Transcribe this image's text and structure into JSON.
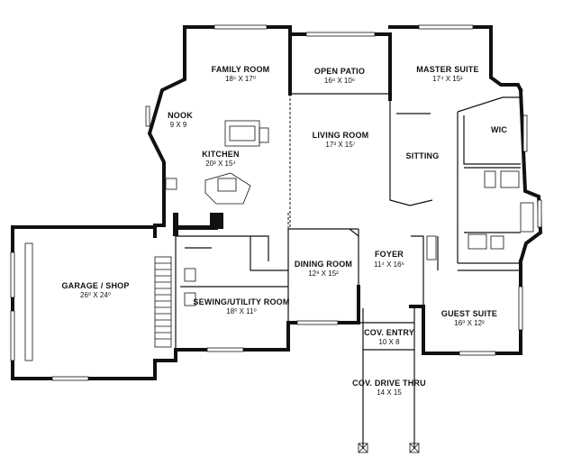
{
  "rooms": {
    "family_room": {
      "name": "FAMILY ROOM",
      "size": "18⁶ X 17⁰"
    },
    "open_patio": {
      "name": "OPEN PATIO",
      "size": "16⁸ X 10⁶"
    },
    "master_suite": {
      "name": "MASTER SUITE",
      "size": "17⁴ X 15¹"
    },
    "nook": {
      "name": "NOOK",
      "size": "9 X 9"
    },
    "kitchen": {
      "name": "KITCHEN",
      "size": "20³ X 15⁴"
    },
    "living_room": {
      "name": "LIVING ROOM",
      "size": "17³ X 15⁷"
    },
    "wic": {
      "name": "WIC"
    },
    "sitting": {
      "name": "SITTING"
    },
    "garage": {
      "name": "GARAGE / SHOP",
      "size": "26⁰ X 24⁰"
    },
    "dining_room": {
      "name": "DINING ROOM",
      "size": "12⁸ X 15²"
    },
    "foyer": {
      "name": "FOYER",
      "size": "11⁴ X 16⁶"
    },
    "sewing_utility": {
      "name": "SEWING/UTILITY ROOM",
      "size": "18⁰ X 11⁰"
    },
    "guest_suite": {
      "name": "GUEST SUITE",
      "size": "16⁰ X 12²"
    },
    "cov_entry": {
      "name": "COV. ENTRY",
      "size": "10 X 8"
    },
    "cov_drive_thru": {
      "name": "COV. DRIVE THRU",
      "size": "14 X 15"
    }
  }
}
